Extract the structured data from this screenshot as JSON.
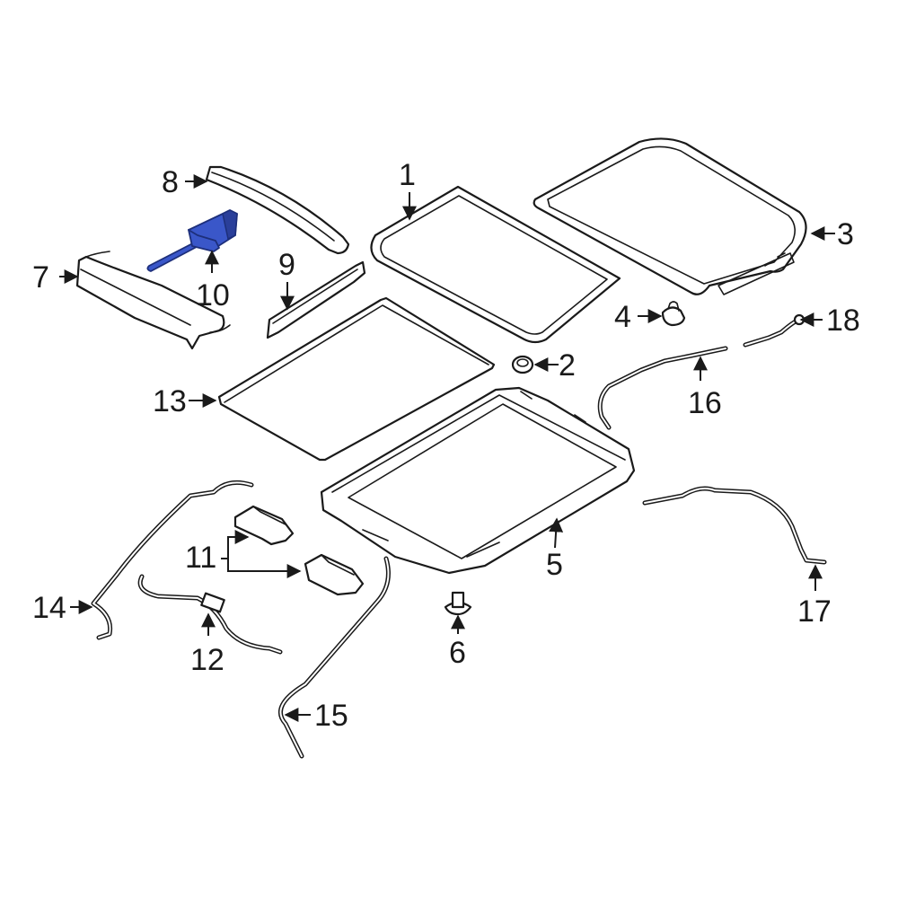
{
  "diagram": {
    "highlight_color": "#3a57c9",
    "line_color": "#1a1a1a",
    "callouts": [
      "1",
      "2",
      "3",
      "4",
      "5",
      "6",
      "7",
      "8",
      "9",
      "10",
      "11",
      "12",
      "13",
      "14",
      "15",
      "16",
      "17",
      "18"
    ]
  }
}
